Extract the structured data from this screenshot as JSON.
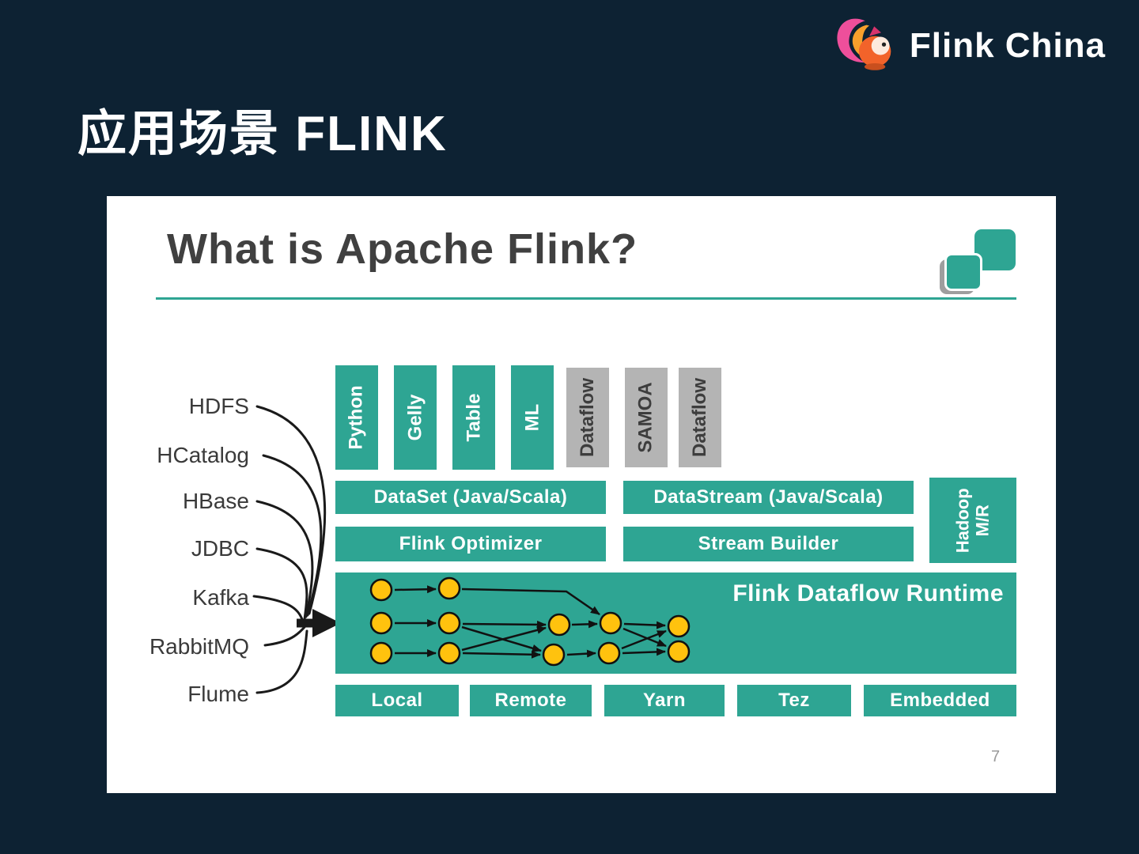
{
  "page": {
    "title": "应用场景 FLINK",
    "brand": "Flink China"
  },
  "slide": {
    "title": "What is Apache Flink?",
    "page_number": "7",
    "sources": [
      "HDFS",
      "HCatalog",
      "HBase",
      "JDBC",
      "Kafka",
      "RabbitMQ",
      "Flume"
    ],
    "api_boxes": [
      {
        "label": "Python",
        "style": "teal"
      },
      {
        "label": "Gelly",
        "style": "teal"
      },
      {
        "label": "Table",
        "style": "teal"
      },
      {
        "label": "ML",
        "style": "teal"
      },
      {
        "label": "Dataflow",
        "style": "gray"
      },
      {
        "label": "SAMOA",
        "style": "gray"
      },
      {
        "label": "Dataflow",
        "style": "gray"
      }
    ],
    "api_layer": {
      "dataset": "DataSet (Java/Scala)",
      "datastream": "DataStream (Java/Scala)"
    },
    "engine_layer": {
      "optimizer": "Flink Optimizer",
      "stream_builder": "Stream Builder"
    },
    "hadoop_box": {
      "line1": "Hadoop",
      "line2": "M/R"
    },
    "runtime_label": "Flink Dataflow Runtime",
    "deploy_boxes": [
      "Local",
      "Remote",
      "Yarn",
      "Tez",
      "Embedded"
    ]
  },
  "colors": {
    "background": "#0D2233",
    "slide_background": "#FFFFFF",
    "teal": "#2EA593",
    "gray_box": "#B4B4B4",
    "node_yellow": "#FFC20E",
    "arrow_black": "#1A1A1A"
  },
  "icons": {
    "brand_logo": "flink-squirrel-icon",
    "slide_logo": "teal-squares-icon"
  }
}
